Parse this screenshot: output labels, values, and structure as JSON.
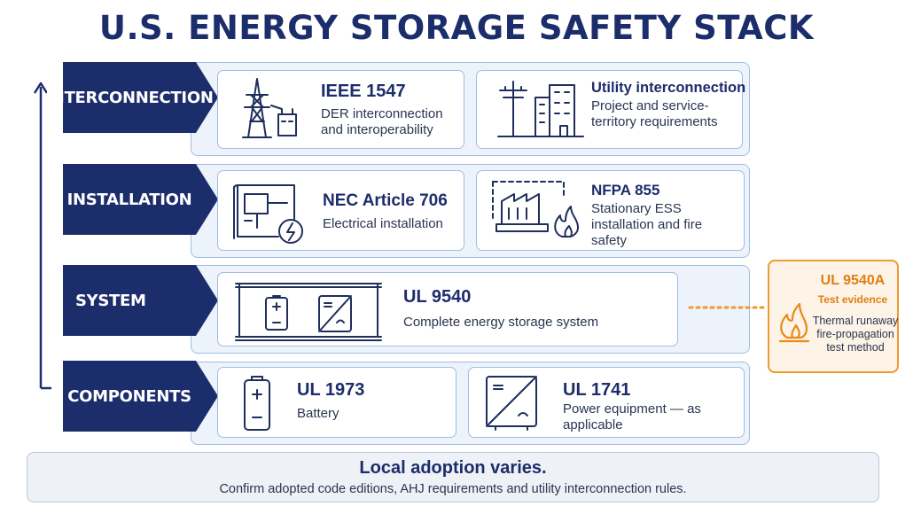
{
  "title": "U.S. ENERGY STORAGE SAFETY STACK",
  "layers": [
    {
      "label": "INTERCONNECTION",
      "cards": [
        {
          "icon": "transmission-tower-icon",
          "title": "IEEE 1547",
          "desc": "DER interconnection and interoperability"
        },
        {
          "icon": "utility-building-icon",
          "title": "Utility interconnection",
          "desc": "Project and service-territory requirements"
        }
      ]
    },
    {
      "label": "INSTALLATION",
      "cards": [
        {
          "icon": "electrical-blueprint-icon",
          "title": "NEC Article 706",
          "desc": "Electrical installation"
        },
        {
          "icon": "fire-facility-icon",
          "title": "NFPA 855",
          "desc": "Stationary ESS installation and fire safety"
        }
      ]
    },
    {
      "label": "SYSTEM",
      "cards": [
        {
          "icon": "storage-system-icon",
          "title": "UL 9540",
          "desc": "Complete energy storage system"
        }
      ]
    },
    {
      "label": "COMPONENTS",
      "cards": [
        {
          "icon": "battery-icon",
          "title": "UL 1973",
          "desc": "Battery"
        },
        {
          "icon": "inverter-icon",
          "title": "UL 1741",
          "desc": "Power equipment — as applicable"
        }
      ]
    }
  ],
  "test_evidence": {
    "icon": "flame-icon",
    "title": "UL 9540A",
    "subtitle": "Test evidence",
    "desc": "Thermal runaway fire-propagation test method"
  },
  "footer": {
    "title": "Local adoption varies.",
    "text": "Confirm adopted code editions, AHJ requirements and utility interconnection rules."
  },
  "colors": {
    "navy": "#1c2d6b",
    "band_fill": "#edf3fb",
    "band_border": "#9fbde5",
    "accent_orange": "#ef9a2e"
  }
}
